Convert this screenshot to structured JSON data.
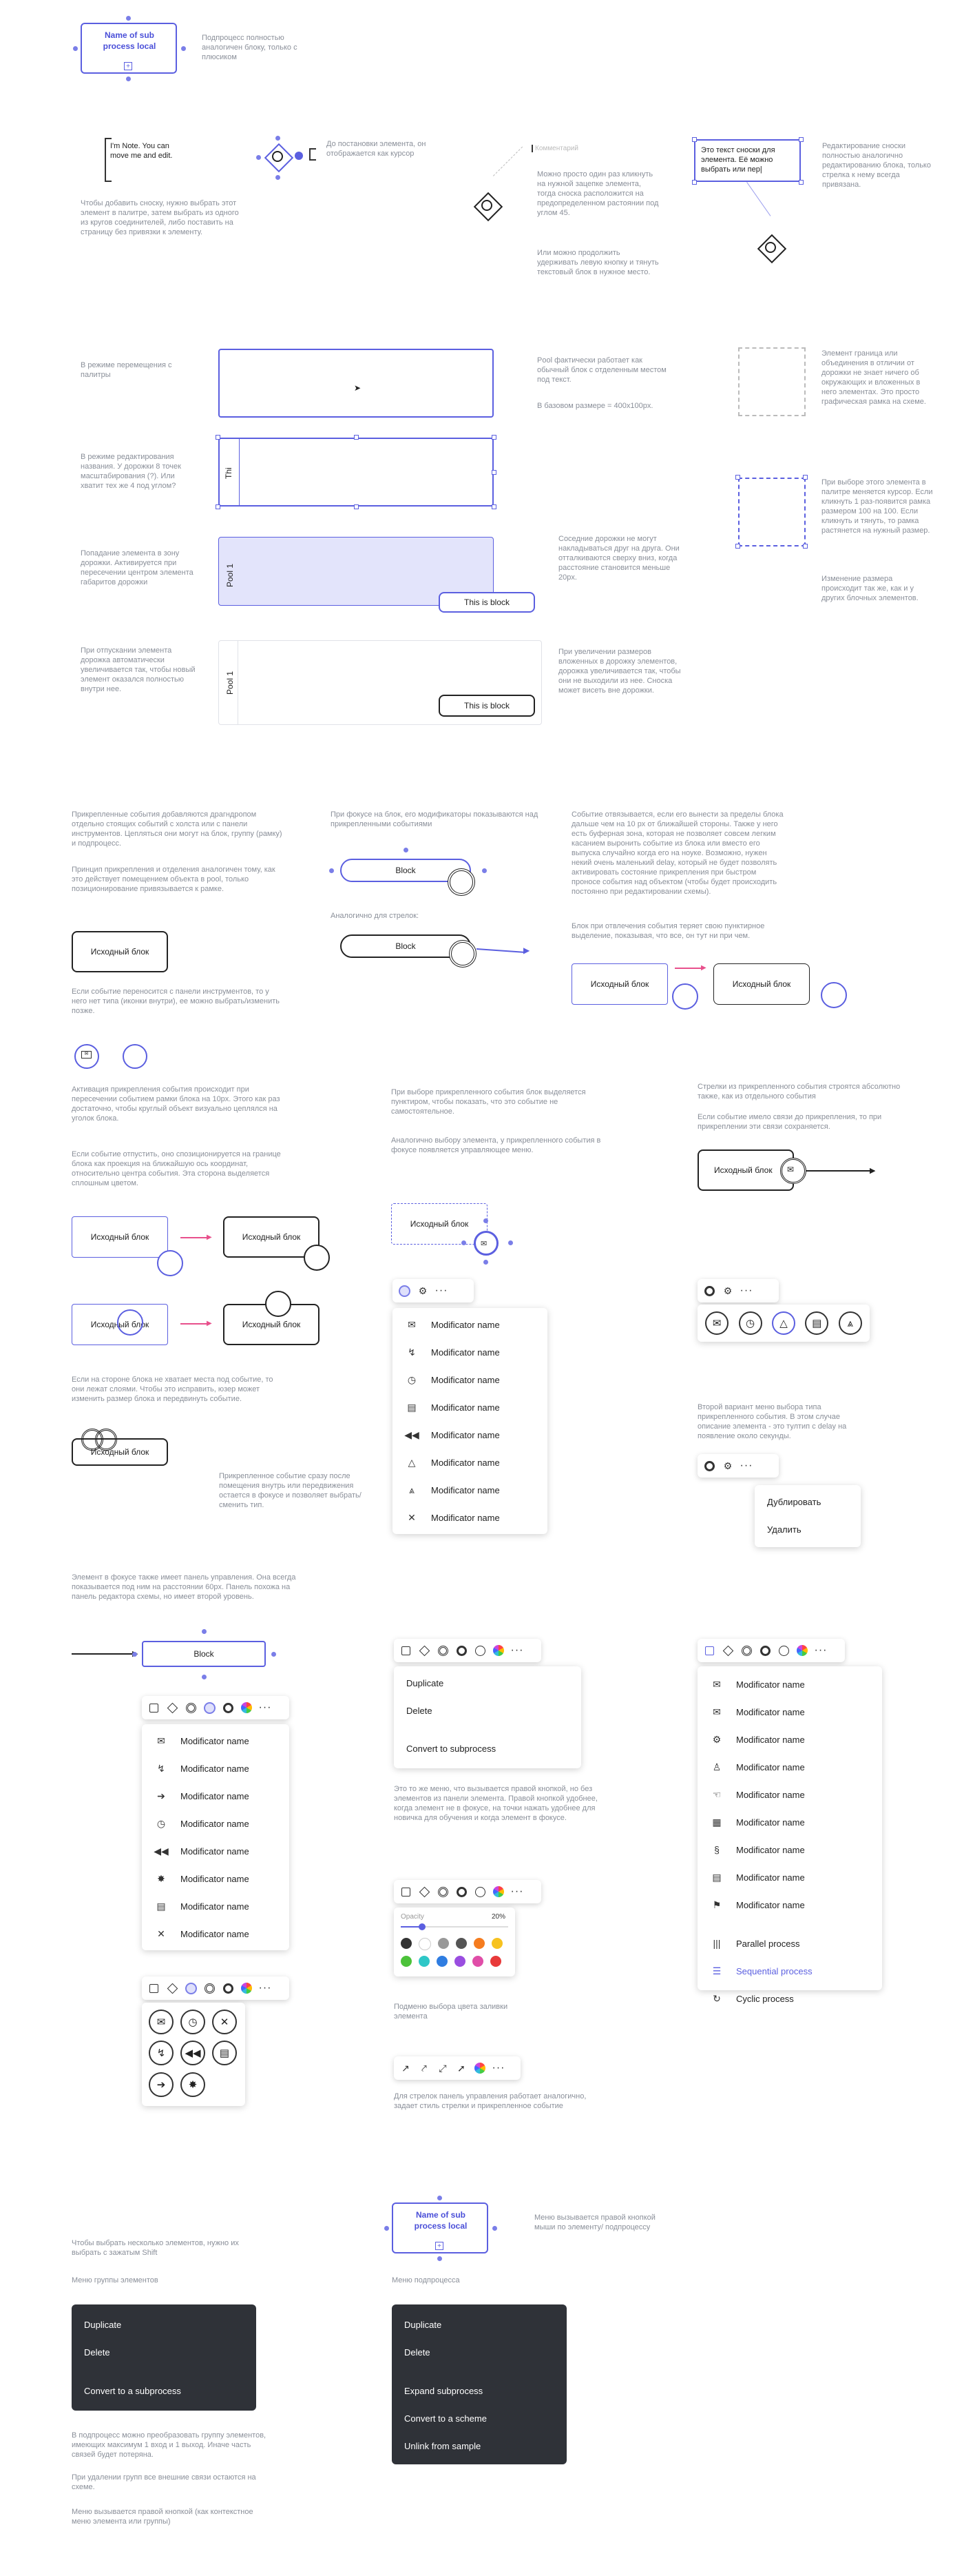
{
  "sub_process": {
    "title": "Name of sub process local",
    "caption": "Подпроцесс полностью аналогичен блоку, только с плюсиком"
  },
  "notes": {
    "note_text": "I'm Note. You can move me and edit.",
    "caption_add_note": "Чтобы добавить сноску, нужно выбрать этот элемент в палитре, затем выбрать из одного из кругов соединителей, либо поставить на страницу без привязки к элементу.",
    "caption_no_place": "До постановки элемента, он отображается как курсор",
    "comment_placeholder": "Комментарий",
    "caption_link": "Можно просто один раз кликнуть на нужной зацепке элемента, тогда сноска расположится на предопределенном растоянии под углом 45.",
    "caption_drag": "Или можно продолжить удерживать левую кнопку и тянуть текстовый блок в нужное место.",
    "callout_text": "Это текст сноски для элемента. Её можно выбрать или пер|",
    "caption_edit": "Редактирование сноски полностью аналогично редактированию блока, только стрелка к нему всегда привязана."
  },
  "pools": {
    "caption_move": "В режиме перемещения с палитры",
    "caption_pool_works": "Pool фактически работает как обычный блок с отделенным местом под текст.",
    "caption_size": "В базовом размере = 400х100px.",
    "caption_rename": "В режиме редактирования названия. У дорожки 8 точек масштабирования (?). Или хватит тех же 4 под углом?",
    "lane_title_editing": "Thi",
    "caption_drop": "Попадание элемента в зону дорожки. Активируется при пересечении центром элемента габаритов дорожки",
    "pool_label": "Pool 1",
    "block_label": "This is block",
    "caption_overlap": "Соседние дорожки не могут накладываться друг на друга. Они отталкиваются сверху вниз, когда расстояние становится меньше 20px.",
    "caption_release": "При отпускании элемента дорожка автоматически увеличивается так, чтобы новый элемент оказался полностью внутри нее.",
    "caption_grow": "При увеличении размеров вложенных в дорожку элементов, дорожка увеличивается так, чтобы они не выходили из нее. Сноска может висеть вне дорожки.",
    "caption_frame": "Элемент граница или объединения в отличии от дорожки не знает ничего об окружающих и вложенных в него элементах. Это просто графическая рамка на схеме.",
    "caption_cursor": "При выборе этого элемента в палитре меняется курсор. Если кликнуть 1 раз-появится рамка размером 100 на 100. Если кликнуть и тянуть, то рамка растянется на нужный размер.",
    "caption_resize": "Изменение размера происходит так же, как и у других блочных элементов."
  },
  "events": {
    "caption_attached": "Прикрепленные события добавляются драгндропом отдельно стоящих событий с холста или с панели инструментов. Цепляться они могут на блок, группу (рамку) и подпроцесс.",
    "caption_attach_proc": "Принцип прикрепления и отделения аналогичен тому, как это действует помещением объекта в pool, только позиционирование привязывается к рамке.",
    "source_block": "Исходный блок",
    "caption_toolbar_move": "Если событие переносится с панели инструментов, то у него нет типа (иконки внутри), ее можно выбрать/изменить позже.",
    "caption_focus": "При фокусе на блок, его модификаторы показываются над прикрепленными событиями",
    "block": "Block",
    "caption_arrows": "Аналогично для стрелок:",
    "caption_detach": "Событие отвязывается, если его вынести за пределы блока дальше чем на 10 px от ближайшей стороны. Также у него есть буферная зона, которая не позволяет совсем легким касанием выронить событие из блока или вместо его выпуска случайно когда его на ноуке. Возможно, нужен некий очень маленький delay, который не будет позволять активировать состояние прикрепления при быстром проносе события над объектом (чтобы будет происходить постоянно при редактировании схемы).",
    "caption_dashed": "Блок при отвлечения события теряет свою пунктирное выделение, показывая, что все, он тут ни при чем.",
    "caption_activation": "Активация прикрепления события происходит при пересечении событием рамки блока на 10px. Этого как раз достаточно, чтобы круглый объект визуально цеплялся на уголок блока.",
    "caption_release_event": "Если событие отпустить, оно спозиционируется на границе блока как проекция на ближайшую ось координат, относительно центра события. Эта сторона выделяется сплошным цветом.",
    "caption_no_space": "Если на стороне блока не хватает места под событие, то они лежат слоями. Чтобы это исправить, юзер может изменить размер блока и передвинуть событие.",
    "caption_choose_attached": "При выборе прикрепленного события блок выделяется пунктиром, чтобы показать, что это событие не самостоятельное.",
    "caption_panel_attached": "Аналогично выбору элемента, у прикрепленного события в фокусе появляется управляющее меню.",
    "caption_inside": "Прикрепленное событие сразу после помещения внутрь или передвижения остается в фокусе и позволяет выбрать/сменить тип.",
    "caption_arrows_from": "Стрелки из прикрепленного события строятся абсолютно также, как из отдельного события",
    "caption_type_change": "Если событие имело связи до прикрепления, то при прикреплении эти связи сохраняется.",
    "caption_second_variant": "Второй вариант меню выбора типа прикрепленного события. В этом случае описание элемента - это тултип с delay на появление около секунды.",
    "duplicate_ru": "Дублировать",
    "delete_ru": "Удалить"
  },
  "modifier_list": [
    "Modificator name",
    "Modificator name",
    "Modificator name",
    "Modificator name",
    "Modificator name",
    "Modificator name",
    "Modificator name",
    "Modificator name"
  ],
  "toolbar_section": {
    "caption_focus_panel": "Элемент в фокусе также имеет панель управления. Она всегда показывается под ним на расстоянии 60px. Панель похожа на панель редактора схемы, но имеет второй уровень.",
    "block": "Block",
    "duplicate": "Duplicate",
    "delete": "Delete",
    "convert_to_subprocess": "Convert to subprocess",
    "caption_same_menu": "Это то же меню, что вызывается правой кнопкой, но без элементов из панели элемента. Правой кнопкой удобнее, когда элемент не в фокусе, на точки нажать удобнее для новичка для обучения и когда элемент в фокусе.",
    "opacity_label": "Opacity",
    "opacity_value": "20%",
    "caption_color": "Подменю выбора цвета заливки элемента",
    "caption_arrow_panel": "Для стрелок панель управления работает аналогично, задает стиль стрелки и прикрепленное событие",
    "parallel_process": "Parallel process",
    "sequential_process": "Sequential process",
    "cyclic_process": "Cyclic process"
  },
  "group_menu": {
    "caption_select_multi": "Чтобы выбрать несколько элементов, нужно их выбрать с зажатым Shift",
    "caption_group_menu": "Меню группы элементов",
    "items": [
      "Duplicate",
      "Delete",
      "Convert to a subprocess"
    ],
    "caption_convert": "В подпроцесс можно преобразовать группу элементов, имеющих максимум 1 вход и 1 выход. Иначе часть связей будет потеряна.",
    "caption_delete": "При удалении групп все внешние связи остаются на схеме.",
    "caption_right_click": "Меню вызывается правой кнопкой (как контекстное меню элемента или группы)"
  },
  "sub_menu": {
    "title": "Name of sub process local",
    "caption_right": "Меню вызывается правой кнопкой мыши по элементу/ подпроцессу",
    "caption_menu": "Меню подпроцесса",
    "items": [
      "Duplicate",
      "Delete",
      "Expand subprocess",
      "Convert to a scheme",
      "Unlink from sample"
    ]
  },
  "colors": {
    "accent": "#5b5fe0",
    "lane_fill": "#e3e4fb",
    "dark_menu": "#2f3238",
    "pink_arrow": "#e8508c"
  }
}
